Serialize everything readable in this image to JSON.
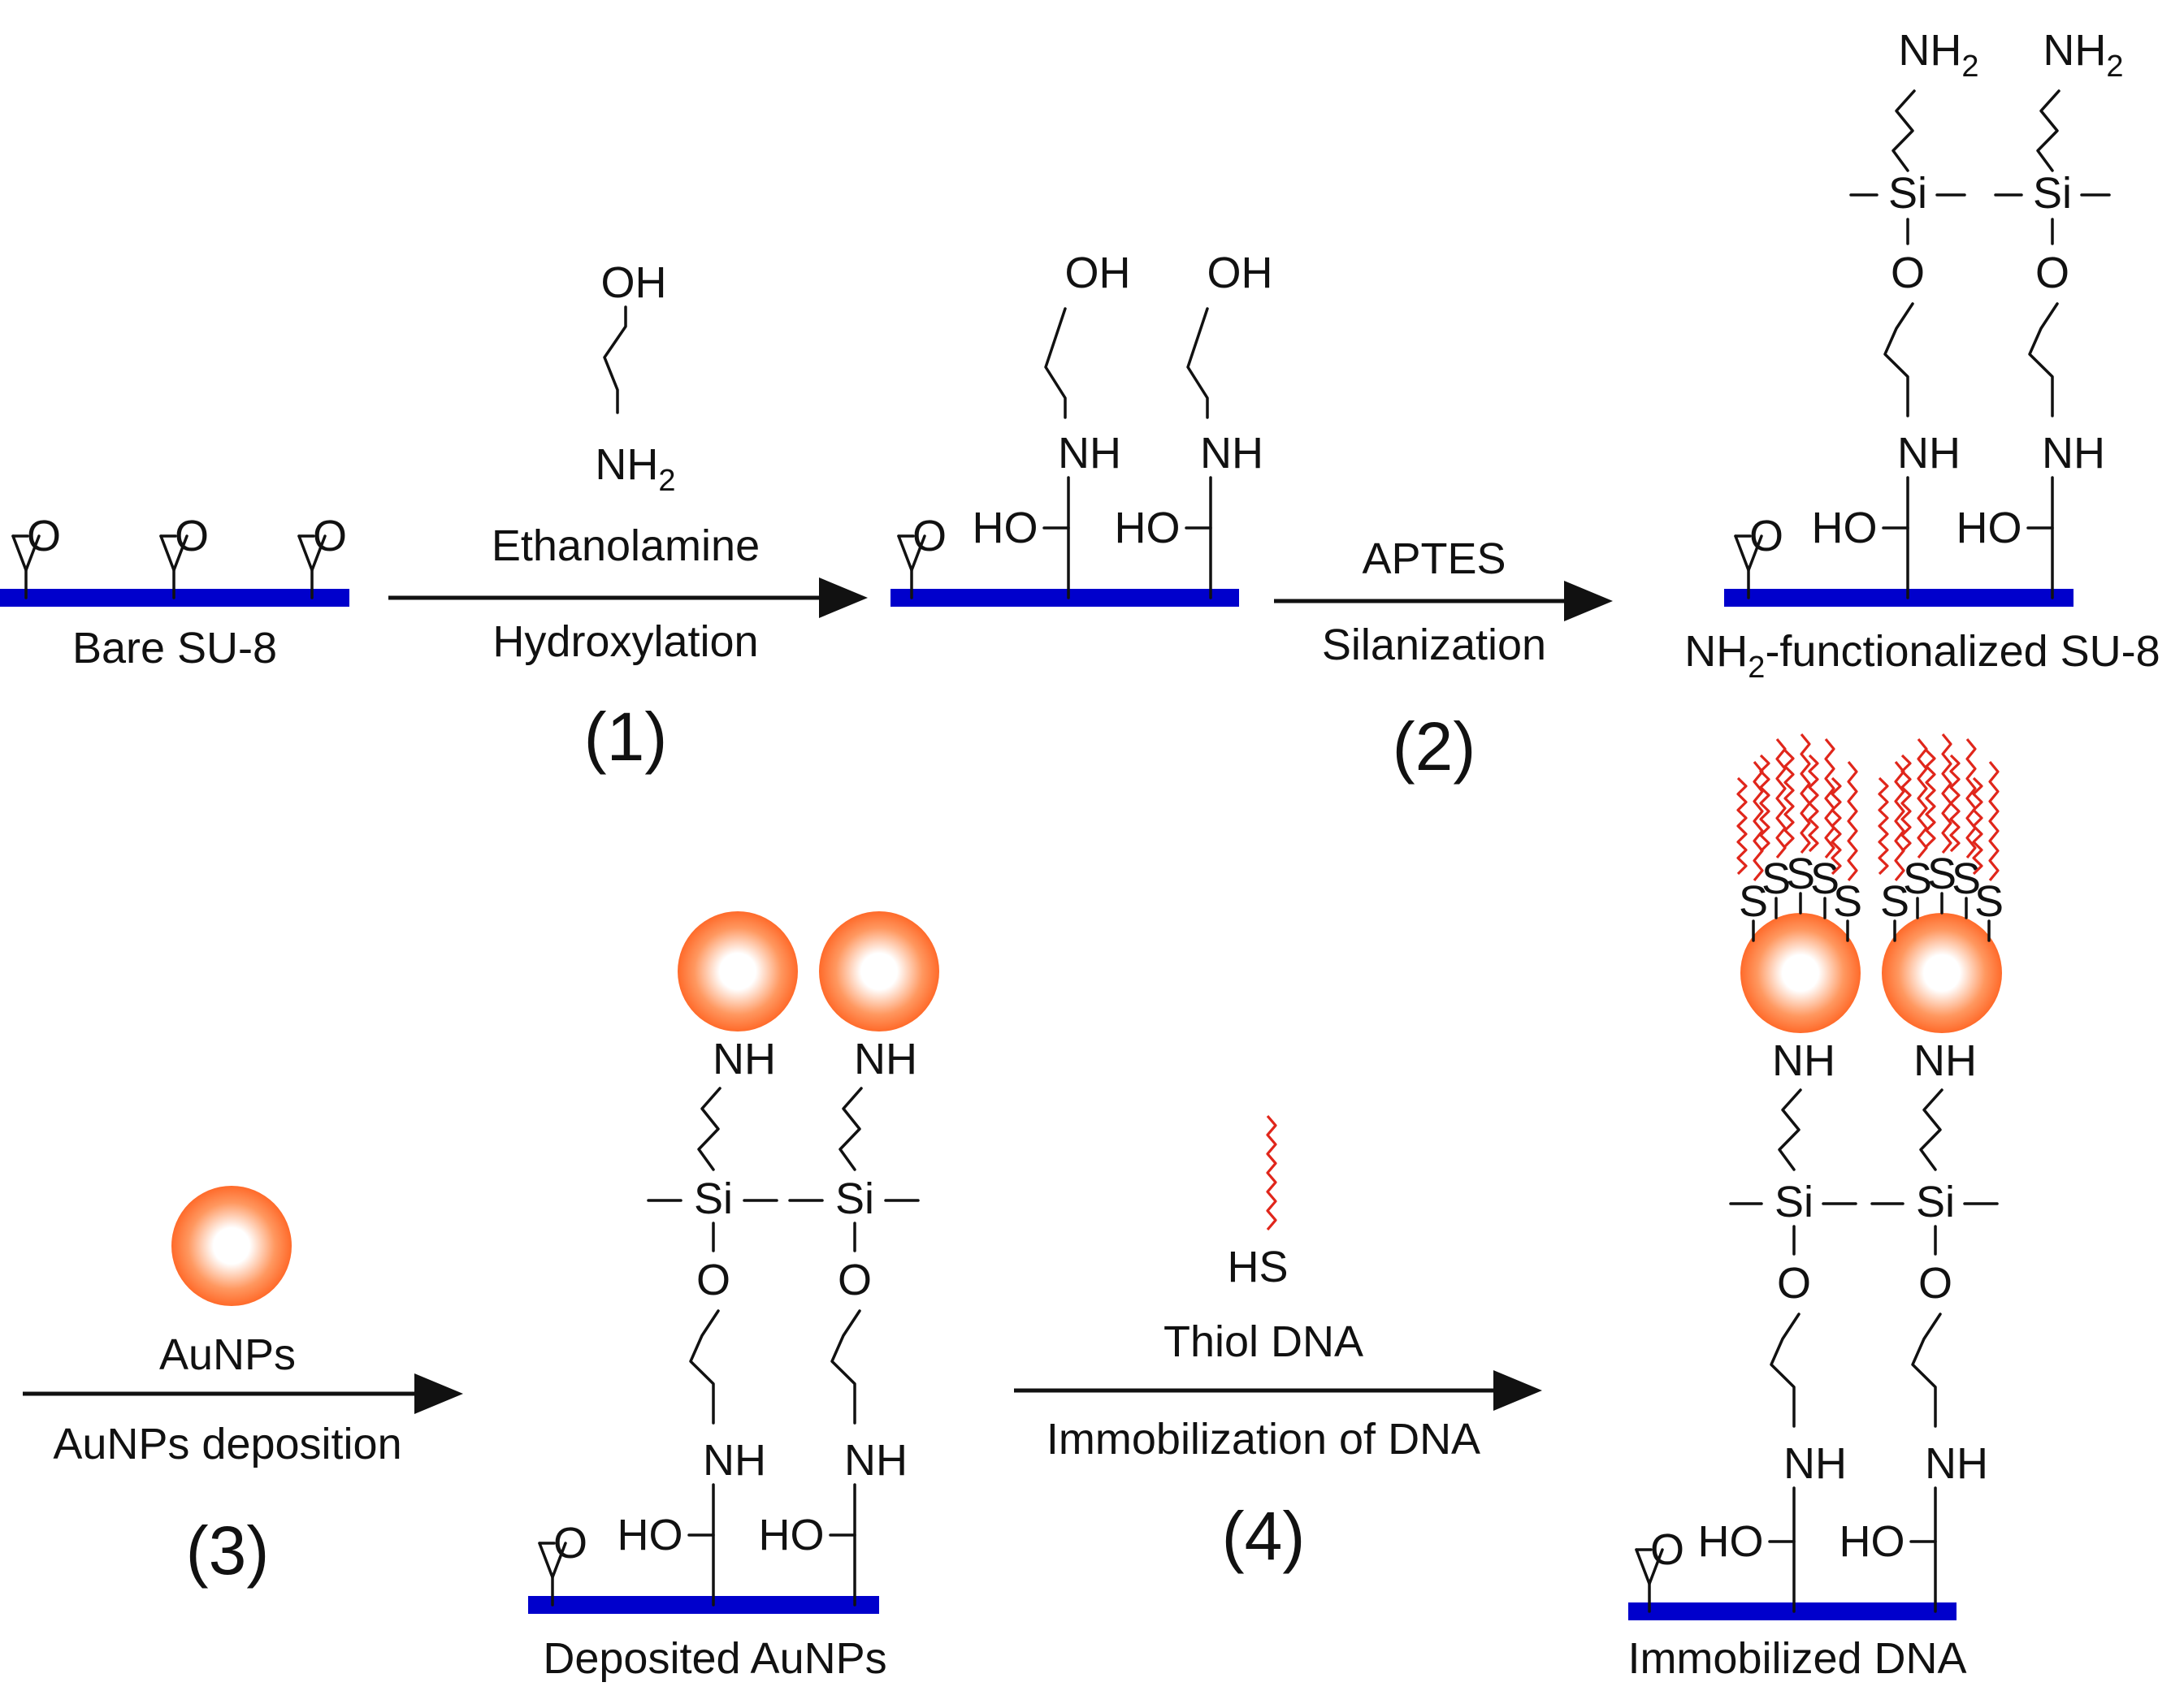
{
  "colors": {
    "substrate": "#0000cc",
    "dna": "#e0261b",
    "gold_outer": "#ff6a2a",
    "gold_inner": "#ffffff",
    "text": "#111111"
  },
  "atoms": {
    "O": "O",
    "OH": "OH",
    "NH": "NH",
    "NH2_base": "NH",
    "NH2_sub": "2",
    "HO": "HO",
    "Si": "Si",
    "S": "S",
    "HS": "HS"
  },
  "panels": {
    "bare": {
      "caption": "Bare SU-8"
    },
    "nh2": {
      "caption_pre": "NH",
      "caption_sub": "2",
      "caption_post": "-functionalized SU-8"
    },
    "deposited": {
      "caption": "Deposited AuNPs"
    },
    "immobilized": {
      "caption": "Immobilized DNA"
    }
  },
  "steps": [
    {
      "number": "(1)",
      "reagent": "Ethanolamine",
      "process": "Hydroxylation"
    },
    {
      "number": "(2)",
      "reagent": "APTES",
      "process": "Silanization"
    },
    {
      "number": "(3)",
      "reagent": "AuNPs",
      "process": "AuNPs deposition"
    },
    {
      "number": "(4)",
      "reagent": "Thiol DNA",
      "process": "Immobilization of DNA"
    }
  ]
}
